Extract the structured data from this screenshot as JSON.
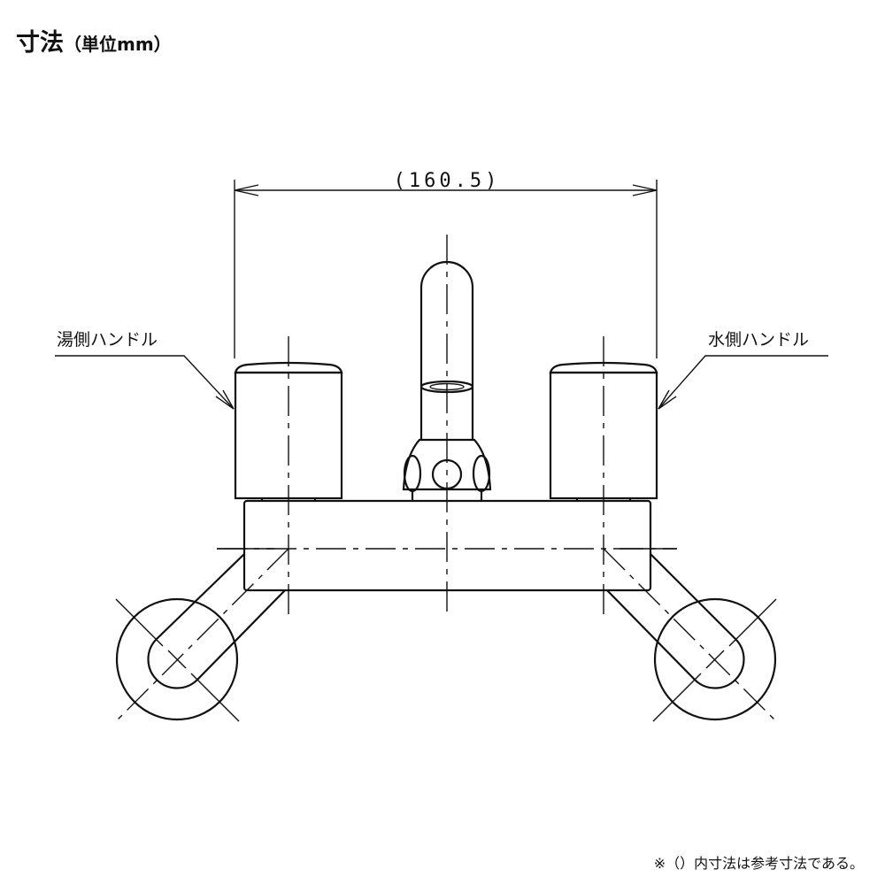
{
  "title": {
    "main": "寸法",
    "unit": "（単位mm）"
  },
  "dimension": {
    "width_label": "(160.5)"
  },
  "labels": {
    "hot_handle": "湯側ハンドル",
    "cold_handle": "水側ハンドル"
  },
  "footnote": "※（）内寸法は参考寸法である。"
}
